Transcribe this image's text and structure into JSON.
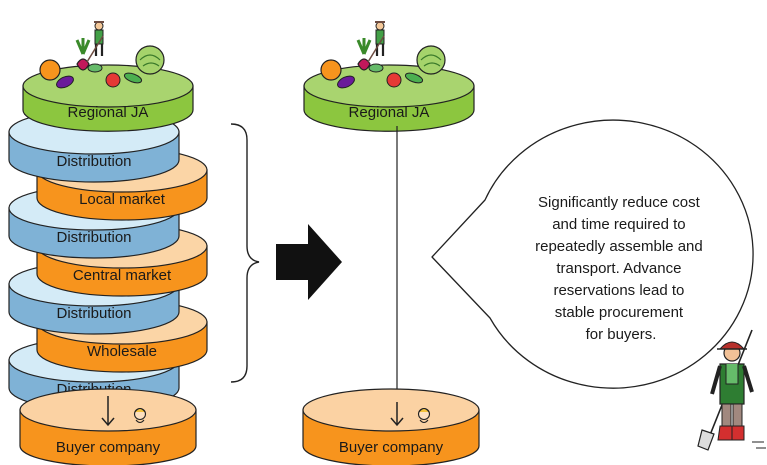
{
  "left_stack": {
    "top_label": "Regional JA",
    "layers": [
      {
        "label": "Distribution",
        "kind": "distribution"
      },
      {
        "label": "Local market",
        "kind": "market"
      },
      {
        "label": "Distribution",
        "kind": "distribution"
      },
      {
        "label": "Central market",
        "kind": "market"
      },
      {
        "label": "Distribution",
        "kind": "distribution"
      },
      {
        "label": "Wholesale",
        "kind": "market"
      },
      {
        "label": "Distribution",
        "kind": "distribution"
      }
    ],
    "bottom_label": "Buyer company"
  },
  "right_stack": {
    "top_label": "Regional JA",
    "bottom_label": "Buyer company"
  },
  "callout": {
    "lines": [
      "Significantly reduce cost",
      "and time required to",
      "repeatedly assemble and",
      "transport. Advance",
      "reservations lead to",
      "stable procurement",
      "for buyers."
    ]
  },
  "colors": {
    "ja_green": "#8cc63f",
    "distribution_blue": "#7fb2d6",
    "distribution_blue_top": "#d4ebf7",
    "market_orange": "#f7941d",
    "market_orange_top": "#fbd5a6",
    "buyer_orange": "#f7941d",
    "buyer_orange_top": "#fbd2a3"
  },
  "icons": [
    "vegetables-icon",
    "farmer-icon",
    "buyer-person-icon",
    "right-arrow-icon",
    "brace-icon",
    "down-arrow-icon"
  ]
}
